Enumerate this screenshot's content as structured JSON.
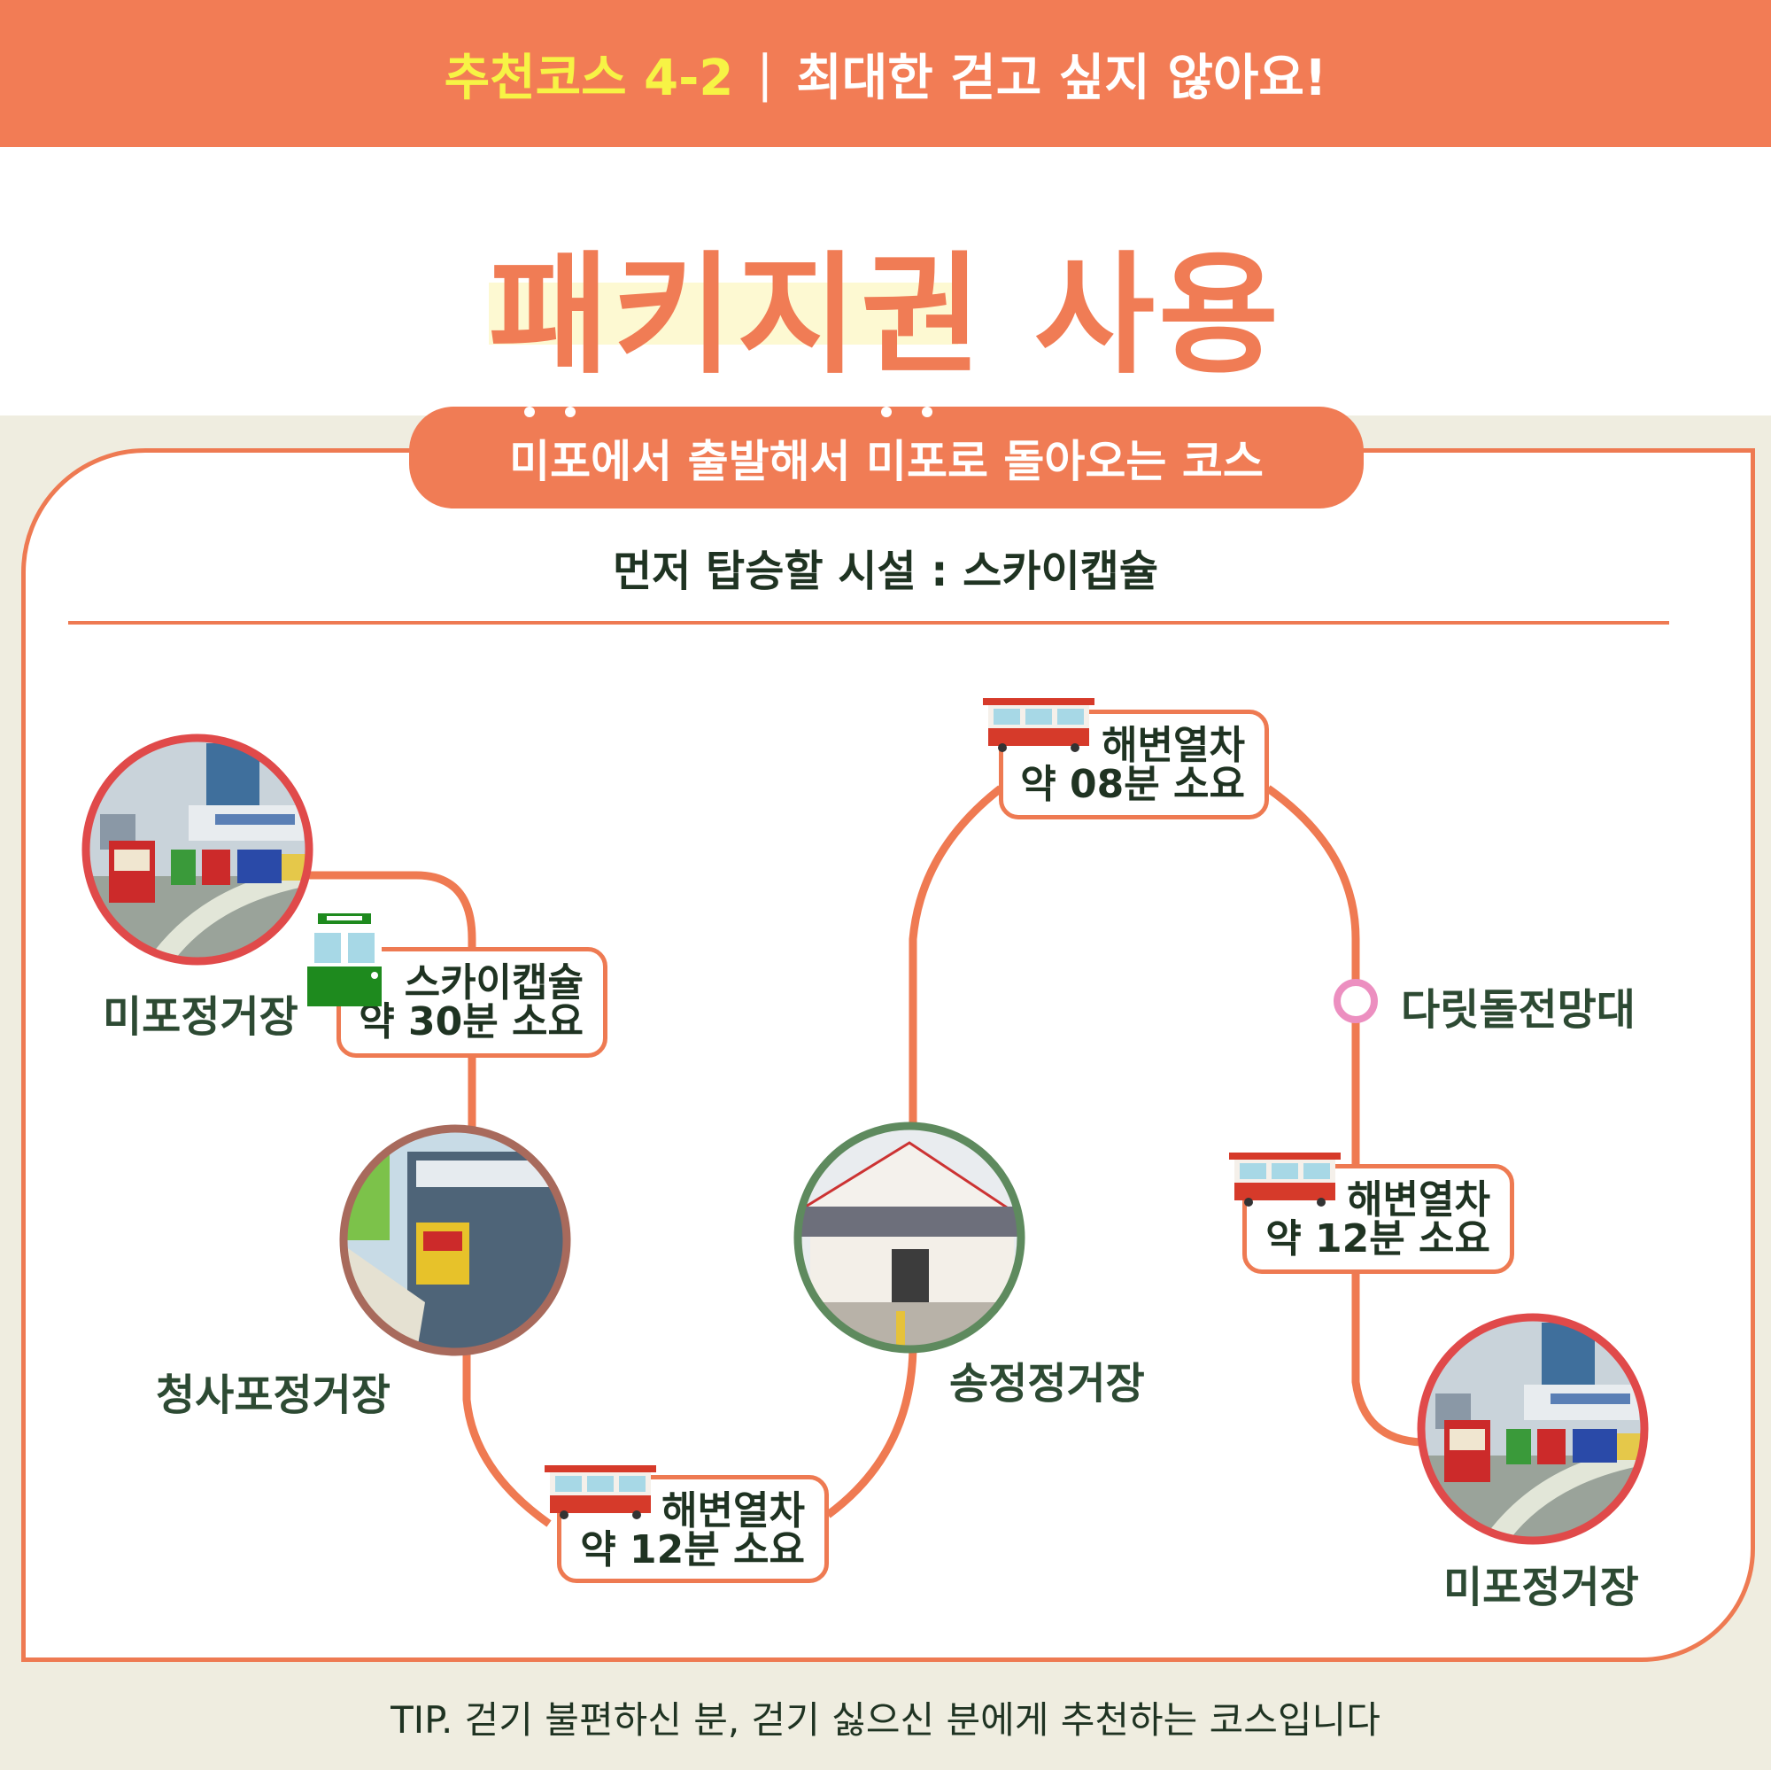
{
  "header": {
    "course": "추천코스 4-2",
    "separator": "|",
    "tagline": "최대한 걷고 싶지 않아요!"
  },
  "title": "패키지권 사용",
  "pill": {
    "parts": [
      "미",
      "포",
      "에서 출발해서 ",
      "미",
      "포",
      "로 돌아오는 코스"
    ]
  },
  "subtitle": "먼저 탑승할 시설 : 스카이캡슐",
  "route": [
    {
      "type": "station",
      "name": "미포정거장"
    },
    {
      "type": "ride",
      "vehicle": "스카이캡슐",
      "duration": "약 30분 소요",
      "icon": "sky-capsule-icon"
    },
    {
      "type": "station",
      "name": "청사포정거장"
    },
    {
      "type": "ride",
      "vehicle": "해변열차",
      "duration": "약 12분 소요",
      "icon": "beach-train-icon"
    },
    {
      "type": "station",
      "name": "송정정거장"
    },
    {
      "type": "ride",
      "vehicle": "해변열차",
      "duration": "약 08분 소요",
      "icon": "beach-train-icon"
    },
    {
      "type": "stop",
      "name": "다릿돌전망대"
    },
    {
      "type": "ride",
      "vehicle": "해변열차",
      "duration": "약 12분 소요",
      "icon": "beach-train-icon"
    },
    {
      "type": "station",
      "name": "미포정거장"
    }
  ],
  "tip": "TIP. 걷기 불편하신 분, 걷기 싫으신 분에게 추천하는 코스입니다",
  "colors": {
    "accent": "#f07c55",
    "highlight": "#fdf9d2",
    "text": "#1f3322",
    "background": "#efede0"
  }
}
